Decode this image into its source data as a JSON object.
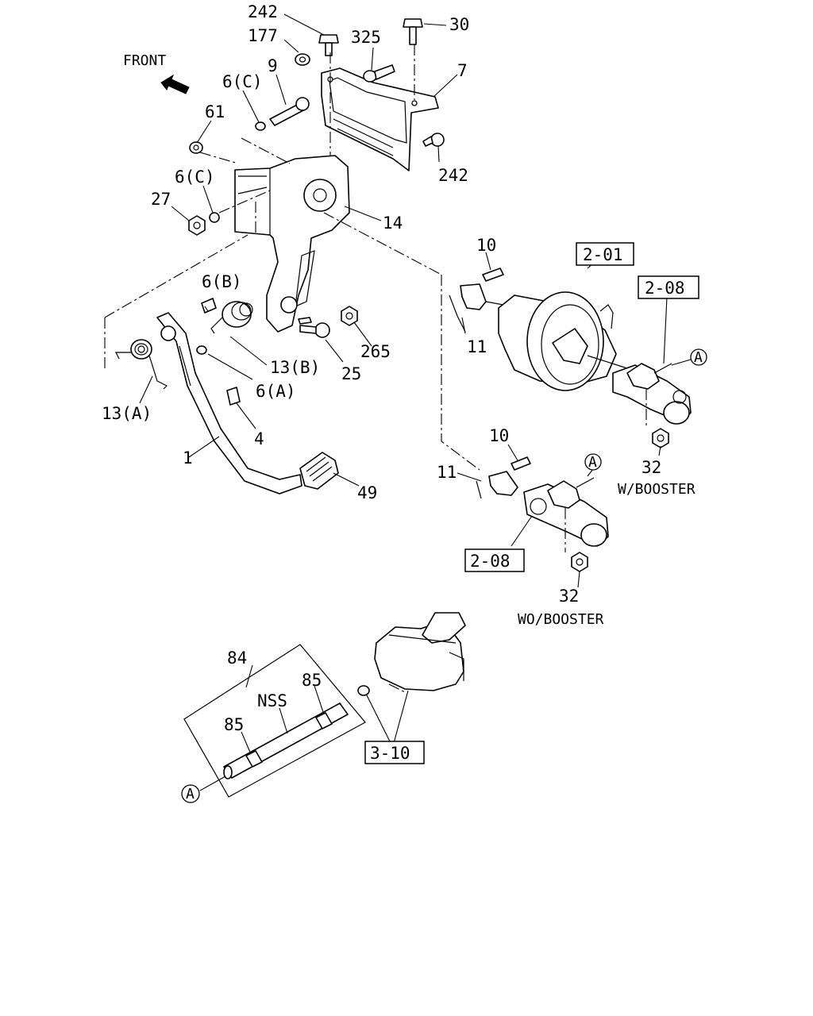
{
  "orientation_label": "FRONT",
  "callouts": {
    "c242_top": "242",
    "c177": "177",
    "c325": "325",
    "c30": "30",
    "c9": "9",
    "c6c_top": "6(C)",
    "c7": "7",
    "c61": "61",
    "c242_right": "242",
    "c6c_mid": "6(C)",
    "c27": "27",
    "c14": "14",
    "c10_top": "10",
    "c6b": "6(B)",
    "c265": "265",
    "c11_top": "11",
    "c13b": "13(B)",
    "c25": "25",
    "c6a": "6(A)",
    "c13a": "13(A)",
    "c4": "4",
    "c1": "1",
    "c49": "49",
    "c10_bot": "10",
    "c11_bot": "11",
    "c32_top": "32",
    "c32_bot": "32",
    "c84": "84",
    "c85_right": "85",
    "c85_left": "85",
    "nss": "NSS"
  },
  "boxed_refs": {
    "b201": "2-01",
    "b208_top": "2-08",
    "b208_bot": "2-08",
    "b310": "3-10"
  },
  "circle_refs": {
    "a_booster": "A",
    "a_master": "A",
    "a_hose": "A"
  },
  "variant_notes": {
    "with_booster": "W/BOOSTER",
    "without_booster": "WO/BOOSTER"
  }
}
